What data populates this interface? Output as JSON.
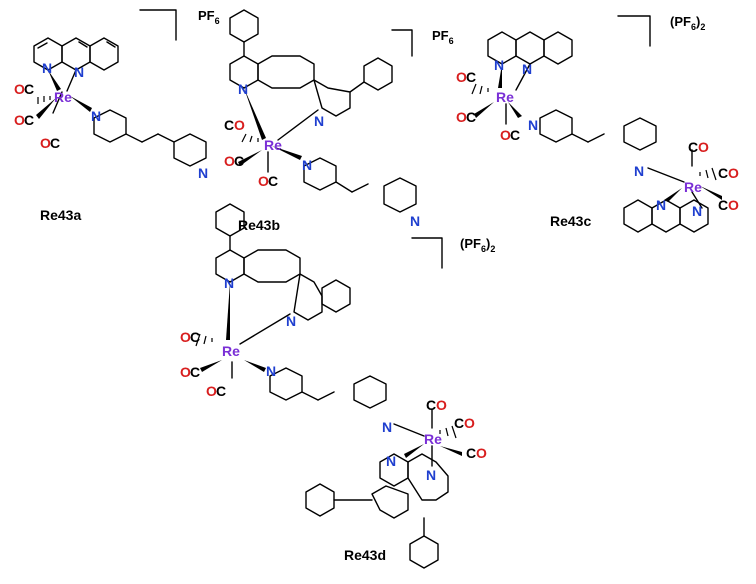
{
  "colors": {
    "nitrogen": "#1f3fcf",
    "rhenium": "#7a2fd6",
    "oxygen": "#d81e1e",
    "carbon": "#000000"
  },
  "compounds": [
    {
      "label": "Re43a",
      "counter_ion": "PF6",
      "counter_sub": "6",
      "counter_main": "PF",
      "charge_sub": ""
    },
    {
      "label": "Re43b",
      "counter_ion": "PF6",
      "counter_sub": "6",
      "counter_main": "PF",
      "charge_sub": ""
    },
    {
      "label": "Re43c",
      "counter_ion": "(PF6)2",
      "counter_main": "(PF",
      "counter_sub": "6",
      "counter_close": ")",
      "charge_sub": "2"
    },
    {
      "label": "Re43d",
      "counter_ion": "(PF6)2",
      "counter_main": "(PF",
      "counter_sub": "6",
      "counter_close": ")",
      "charge_sub": "2"
    }
  ],
  "atoms": {
    "re": "Re",
    "n": "N",
    "c": "C",
    "o": "O"
  }
}
